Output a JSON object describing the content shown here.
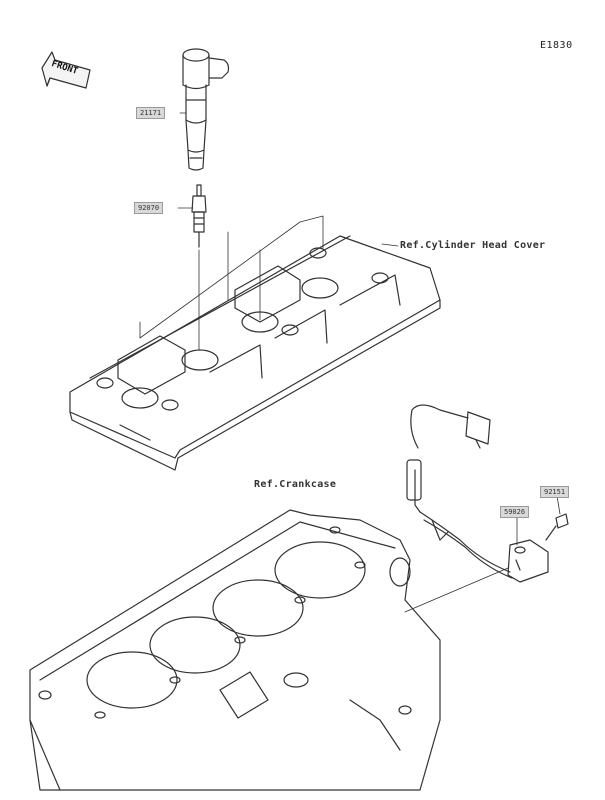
{
  "diagram": {
    "code": "E1830",
    "front_label": "FRONT",
    "parts": [
      {
        "id": "p1",
        "number": "21171"
      },
      {
        "id": "p2",
        "number": "92070"
      },
      {
        "id": "p3",
        "number": "59026"
      },
      {
        "id": "p4",
        "number": "92151"
      }
    ],
    "references": [
      {
        "id": "r1",
        "text": "Ref.Cylinder Head Cover"
      },
      {
        "id": "r2",
        "text": "Ref.Crankcase"
      }
    ]
  }
}
